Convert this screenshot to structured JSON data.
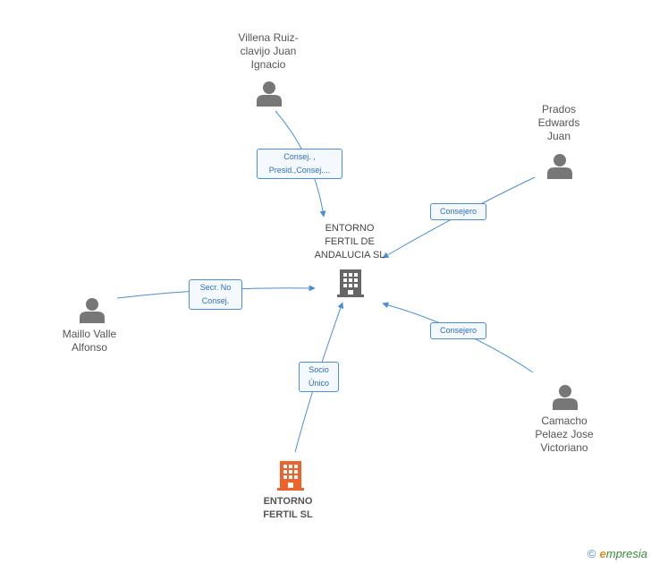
{
  "nodes": {
    "center": {
      "label": "ENTORNO\nFERTIL DE\nANDALUCIA SL",
      "type": "company-gray"
    },
    "villena": {
      "label": "Villena Ruiz-\nclavijo Juan\nIgnacio",
      "type": "person"
    },
    "prados": {
      "label": "Prados\nEdwards\nJuan",
      "type": "person"
    },
    "maillo": {
      "label": "Maillo Valle\nAlfonso",
      "type": "person"
    },
    "camacho": {
      "label": "Camacho\nPelaez Jose\nVictoriano",
      "type": "person"
    },
    "entorno_fertil": {
      "label": "ENTORNO\nFERTIL SL",
      "type": "company-orange"
    }
  },
  "edges": {
    "villena": "Consej. ,\nPresid.,Consej....",
    "prados": "Consejero",
    "maillo": "Secr.  No\nConsej.",
    "camacho": "Consejero",
    "entorno_fertil": "Socio\nÚnico"
  },
  "colors": {
    "edge": "#4a8fd6",
    "person_icon": "#777777",
    "company_gray": "#666666",
    "company_orange": "#f0622b"
  },
  "brand": {
    "copyright": "©",
    "initial": "e",
    "rest": "mpresia"
  }
}
